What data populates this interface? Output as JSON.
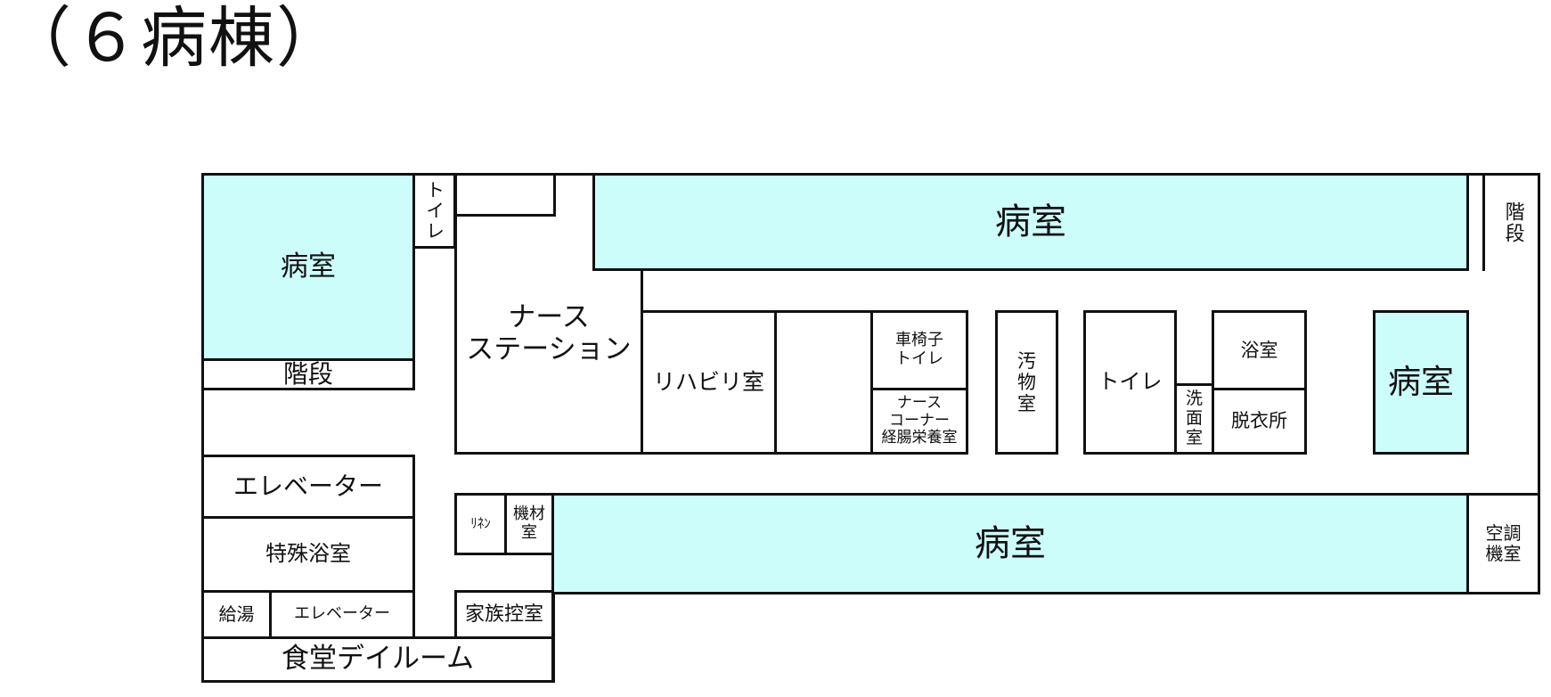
{
  "title": "（６病棟）",
  "rooms": {
    "ward_nw": "病室",
    "ward_top": "病室",
    "ward_east": "病室",
    "ward_bottom": "病室",
    "stairs_nw": "階段",
    "stairs_ne": "階段",
    "toilet_nw": "トイレ",
    "nurse_station": "ナース\nステーション",
    "rehab": "リハビリ室",
    "wheelchair_toilet": "車椅子\nトイレ",
    "nurse_corner": "ナース\nコーナー\n経腸栄養室",
    "soiled": "汚\n物\n室",
    "toilet": "トイレ",
    "washroom": "洗\n面\n室",
    "bath": "浴室",
    "dressing": "脱衣所",
    "elevator_top": "エレベーター",
    "special_bath": "特殊浴室",
    "hot_water": "給湯",
    "elevator_bottom": "エレベーター",
    "linen": "ﾘﾈﾝ",
    "equipment": "機材\n室",
    "family_room": "家族控室",
    "dining": "食堂デイルーム",
    "hvac": "空調\n機室"
  },
  "colors": {
    "ward_fill": "#ccfdfb",
    "line": "#111111"
  }
}
